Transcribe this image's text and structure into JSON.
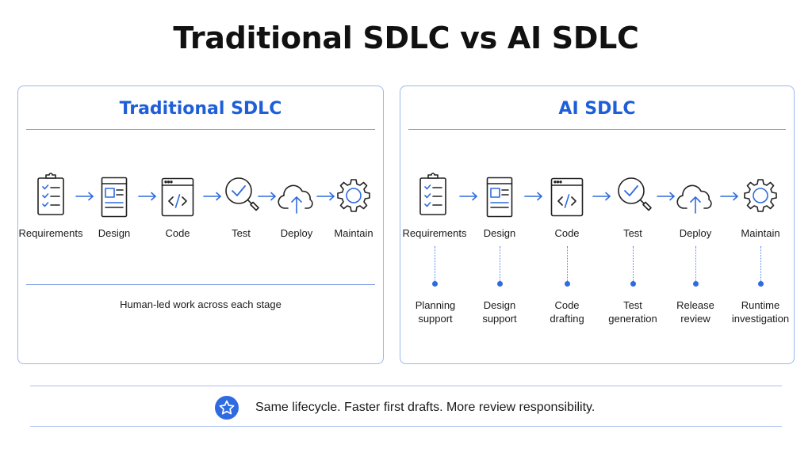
{
  "title": "Traditional SDLC vs AI SDLC",
  "colors": {
    "accent": "#1e5fd8",
    "panel_border": "#9db7ec",
    "icon_stroke": "#222222",
    "icon_fill": "#2f6be0"
  },
  "traditional": {
    "heading": "Traditional SDLC",
    "stages": [
      {
        "label": "Requirements",
        "icon": "clipboard-checklist-icon"
      },
      {
        "label": "Design",
        "icon": "design-document-icon"
      },
      {
        "label": "Code",
        "icon": "code-window-icon"
      },
      {
        "label": "Test",
        "icon": "magnifier-check-icon"
      },
      {
        "label": "Deploy",
        "icon": "cloud-upload-icon"
      },
      {
        "label": "Maintain",
        "icon": "gear-icon"
      }
    ],
    "note": "Human-led work across each stage"
  },
  "ai": {
    "heading": "AI SDLC",
    "stages": [
      {
        "label": "Requirements",
        "icon": "clipboard-checklist-icon",
        "support_line1": "Planning",
        "support_line2": "support"
      },
      {
        "label": "Design",
        "icon": "design-document-icon",
        "support_line1": "Design",
        "support_line2": "support"
      },
      {
        "label": "Code",
        "icon": "code-window-icon",
        "support_line1": "Code",
        "support_line2": "drafting"
      },
      {
        "label": "Test",
        "icon": "magnifier-check-icon",
        "support_line1": "Test",
        "support_line2": "generation"
      },
      {
        "label": "Deploy",
        "icon": "cloud-upload-icon",
        "support_line1": "Release",
        "support_line2": "review"
      },
      {
        "label": "Maintain",
        "icon": "gear-icon",
        "support_line1": "Runtime",
        "support_line2": "investigation"
      }
    ]
  },
  "footer": {
    "icon": "star-icon",
    "text": "Same lifecycle. Faster first drafts. More review responsibility."
  }
}
